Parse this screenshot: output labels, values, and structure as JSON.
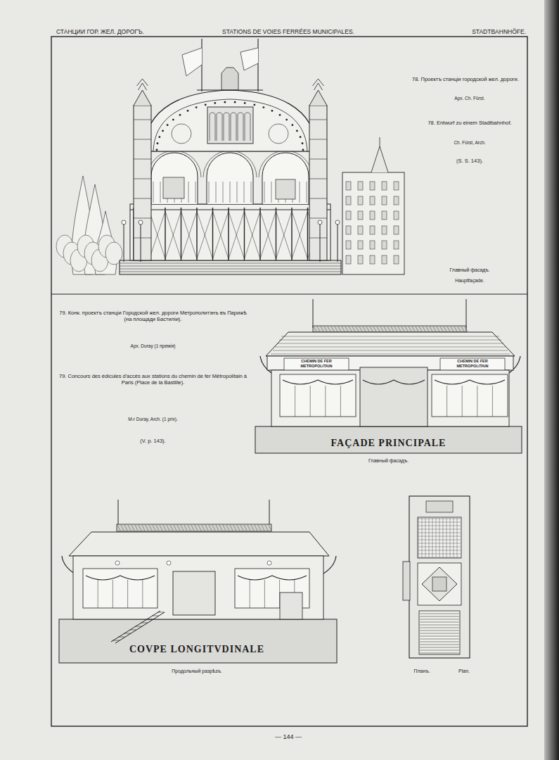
{
  "diagram": {
    "labels": [
      "СТАНЦИИ ГОР. ЖЕЛ. ДОРОГЪ.",
      "STATIONS DE VOIES FERRÉES MUNICIPALES.",
      "STADTBAHNHÖFE.",
      "78. Проектъ станціи городской жел. дороги.",
      "Арх. Ch. Fürst.",
      "78. Entwurf zu einem Stadtbahnhof.",
      "Ch. Fürst, Arch.",
      "(S. S. 143).",
      "Главный фасадъ.",
      "Hauptfaçade.",
      "79. Конк. проектъ станціи Городской жел. дороги Метрополитэнъ въ Парижѣ (на площади Бастиліи).",
      "Арх. Duray (1 премія)",
      "79. Concours des édicules d'accès aux stations du chemin de fer Métropolitain à Paris (Place de la Bastille).",
      "M-r Duray, Arch. (1 prix).",
      "(V. p. 143).",
      "CHEMIN DE FER METROPOLITAIN",
      "CHEMIN DE FER METROPOLITAIN",
      "FAÇADE PRINCIPALE",
      "Главный фасадъ.",
      "COVPE LONGITVDINALE",
      "Продольный разрѣзъ.",
      "Планъ.",
      "Plan.",
      "— 144 —"
    ]
  }
}
